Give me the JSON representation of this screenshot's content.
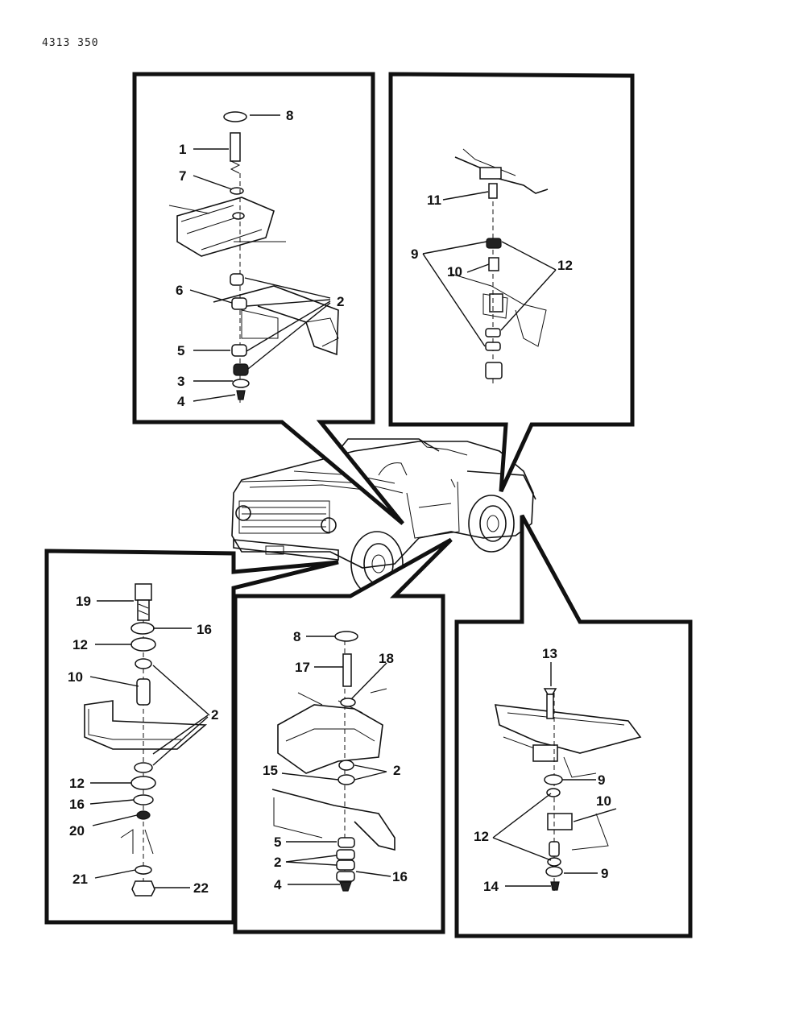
{
  "doc_id": "4313 350",
  "callouts": {
    "p1": [
      "8",
      "1",
      "7",
      "6",
      "2",
      "5",
      "3",
      "4"
    ],
    "p2": [
      "11",
      "9",
      "10",
      "12"
    ],
    "p3": [
      "19",
      "16",
      "12",
      "10",
      "2",
      "12",
      "16",
      "20",
      "21",
      "22"
    ],
    "p4": [
      "8",
      "17",
      "18",
      "15",
      "2",
      "5",
      "2",
      "4",
      "16"
    ],
    "p5": [
      "13",
      "9",
      "10",
      "12",
      "9",
      "14"
    ]
  }
}
